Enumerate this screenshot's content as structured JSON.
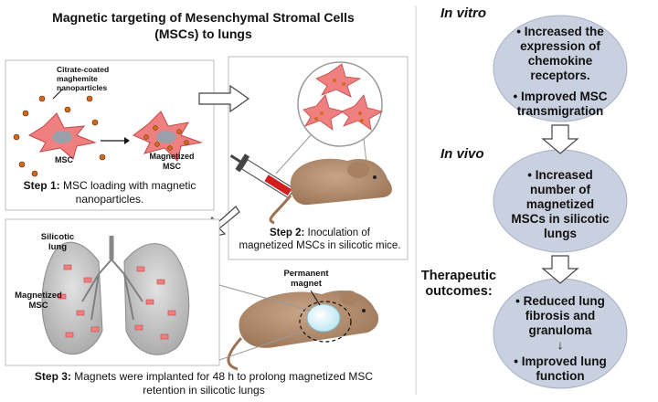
{
  "title": {
    "line1": "Magnetic targeting of Mesenchymal Stromal Cells",
    "line2": "(MSCs) to lungs"
  },
  "step1": {
    "nanoparticle_label_1": "Citrate-coated",
    "nanoparticle_label_2": "maghemite",
    "nanoparticle_label_3": "nanoparticles",
    "msc_label": "MSC",
    "magnetized_label_1": "Magnetized",
    "magnetized_label_2": "MSC",
    "caption_bold": "Step 1:",
    "caption_rest_1": " MSC loading with magnetic",
    "caption_rest_2": "nanoparticles."
  },
  "step2": {
    "caption_bold": "Step 2:",
    "caption_rest_1": " Inoculation of",
    "caption_rest_2": "magnetized MSCs in silicotic mice."
  },
  "step3": {
    "silicotic_label_1": "Silicotic",
    "silicotic_label_2": "lung",
    "magnetized_label_1": "Magnetized",
    "magnetized_label_2": "MSC",
    "magnet_label_1": "Permanent",
    "magnet_label_2": "magnet",
    "caption_bold": "Step 3:",
    "caption_rest_1": " Magnets were implanted for 48 h to prolong magnetized MSC",
    "caption_rest_2": "retention in silicotic lungs"
  },
  "right": {
    "invitro_heading": "In vitro",
    "invivo_heading": "In vivo",
    "therapeutic_heading_1": "Therapeutic",
    "therapeutic_heading_2": "outcomes:",
    "invitro_b1_1": "Increased the",
    "invitro_b1_2": "expression of",
    "invitro_b1_3": "chemokine",
    "invitro_b1_4": "receptors.",
    "invitro_b2_1": "Improved MSC",
    "invitro_b2_2": "transmigration",
    "invivo_b1_1": "Increased",
    "invivo_b1_2": "number of",
    "invivo_b1_3": "magnetized",
    "invivo_b1_4": "MSCs in silicotic",
    "invivo_b1_5": "lungs",
    "outcome_b1_1": "Reduced lung",
    "outcome_b1_2": "fibrosis and",
    "outcome_b1_3": "granuloma",
    "outcome_b2_1": "Improved lung",
    "outcome_b2_2": "function",
    "bullet": "•",
    "down_arrow": "↓"
  },
  "colors": {
    "cell_fill": "#f07f7f",
    "cell_nucleus": "#9aa0aa",
    "particle": "#d2691e",
    "mouse_body": "#b08a6b",
    "lung_fill": "#c8c8c8",
    "ellipse_fill": "#c9d0df"
  }
}
